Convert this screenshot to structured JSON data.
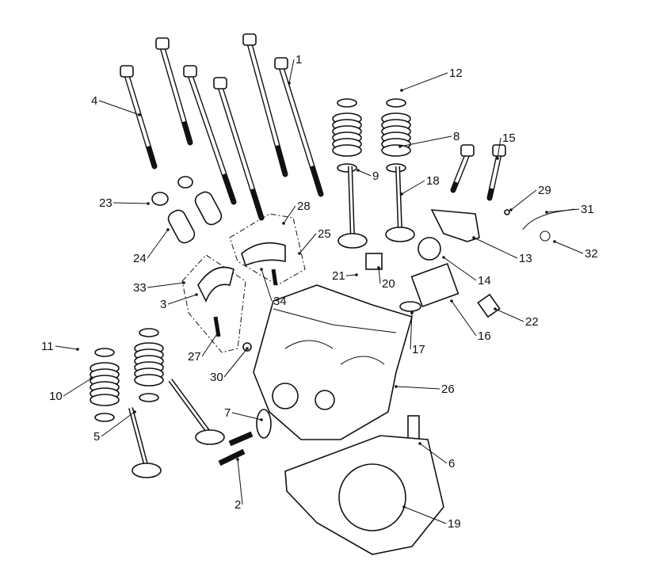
{
  "diagram": {
    "title": "Cylinder head exploded view",
    "callouts": [
      "1",
      "2",
      "3",
      "4",
      "5",
      "6",
      "7",
      "8",
      "9",
      "10",
      "11",
      "12",
      "13",
      "14",
      "15",
      "16",
      "17",
      "18",
      "19",
      "20",
      "21",
      "22",
      "23",
      "24",
      "25",
      "26",
      "27",
      "28",
      "29",
      "30",
      "31",
      "32",
      "33",
      "34"
    ]
  }
}
